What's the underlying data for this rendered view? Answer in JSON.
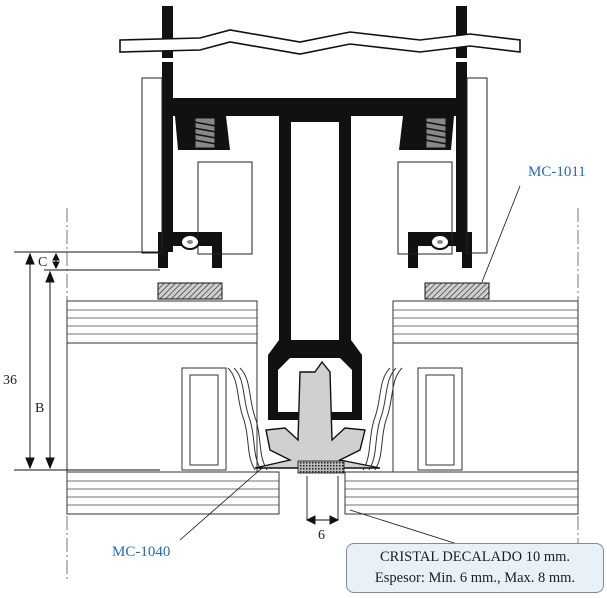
{
  "labels": {
    "gasket_top": "MC-1011",
    "gasket_bottom": "MC-1040",
    "dim_c": "C",
    "dim_b": "B",
    "dim_36": "36",
    "dim_6": "6"
  },
  "callout": {
    "line1": "CRISTAL DECALADO 10 mm.",
    "line2": "Espesor: Min. 6 mm., Max. 8 mm."
  },
  "colors": {
    "profile": "#111111",
    "label_blue": "#2a6aa8",
    "callout_bg": "#e9f1f8"
  }
}
